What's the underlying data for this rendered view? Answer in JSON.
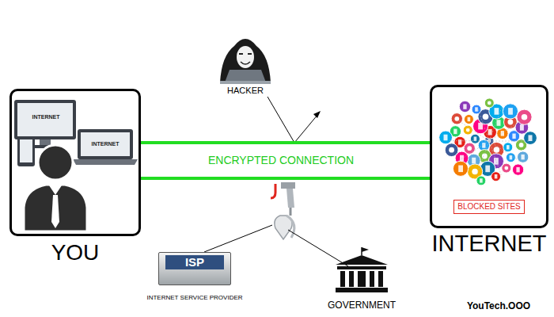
{
  "diagram": {
    "nodes": [
      {
        "text": [
          "YOU"
        ]
      },
      {
        "text": [
          "INTERNET"
        ]
      },
      {
        "text": [
          "BLOCKED SITES"
        ],
        "in": 1
      },
      {
        "text": [
          "ISP",
          "INTERNET SERVICE PROVIDER"
        ]
      }
    ],
    "edges": [
      {
        "from": 0,
        "to": 1,
        "arrow": "none"
      },
      {
        "from": 0,
        "to": 1,
        "arrow": "none"
      }
    ],
    "labels": [
      "INTERNET",
      "INTERNET",
      "HACKER",
      "ENCRYPTED CONNECTION",
      "GOVERNMENT",
      "YouTech.OOO"
    ]
  }
}
